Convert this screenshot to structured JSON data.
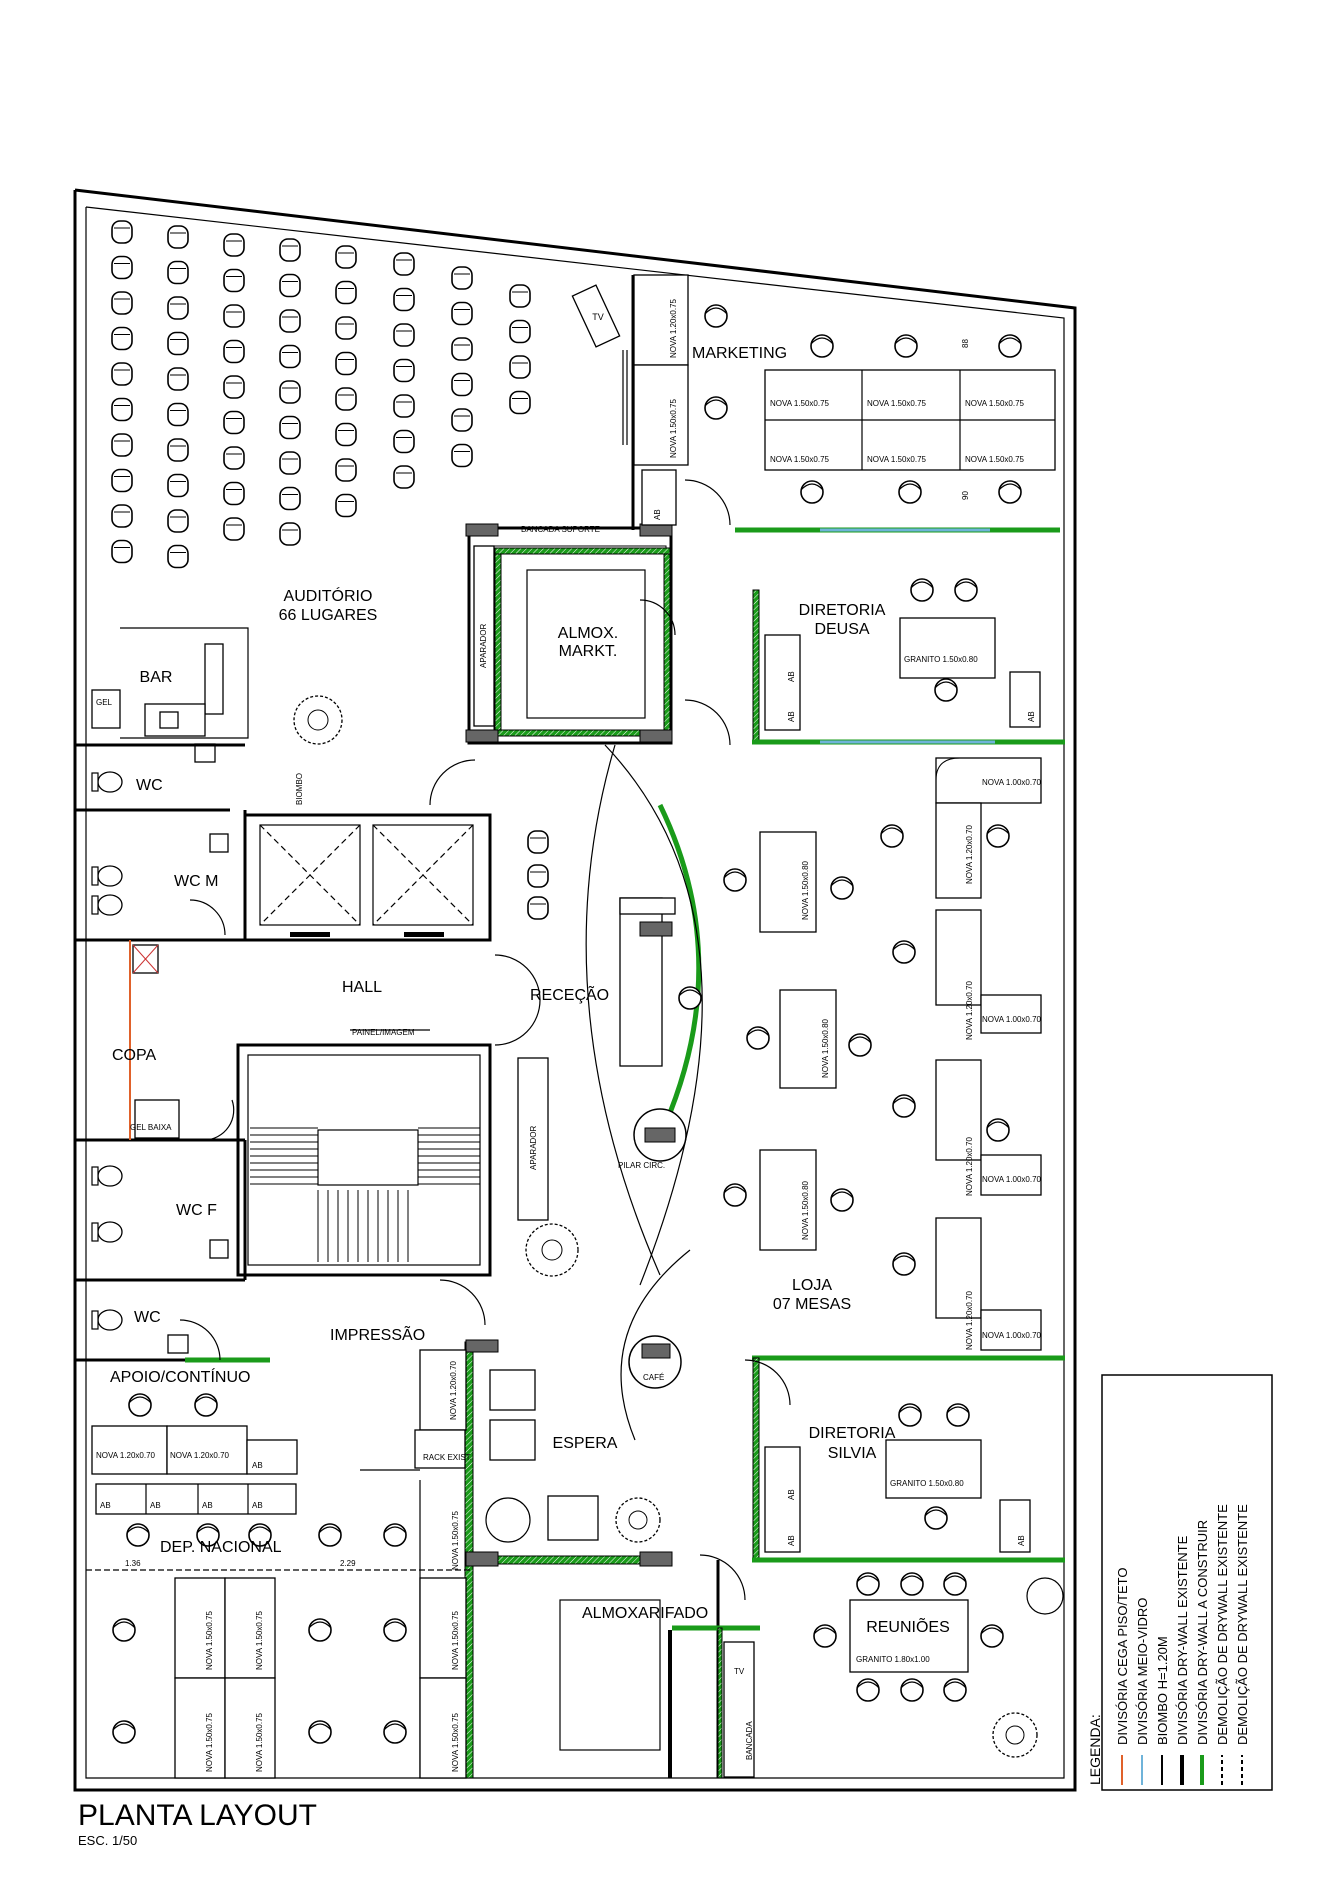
{
  "rooms": {
    "auditorio": "AUDITÓRIO",
    "auditorio_cap": "66 LUGARES",
    "bar": "BAR",
    "gel": "GEL",
    "wc1": "WC",
    "wcm": "WC M",
    "copa": "COPA",
    "gel_baixa": "GEL BAIXA",
    "wcf": "WC F",
    "wc2": "WC",
    "impressao": "IMPRESSÃO",
    "apoio": "APOIO/CONTÍNUO",
    "dep_nacional": "DEP. NACIONAL",
    "hall": "HALL",
    "recepcao": "RECEÇÃO",
    "painel": "PAINEL/IMAGEM",
    "aparador1": "APARADOR",
    "aparador2": "APARADOR",
    "biombo": "BIOMBO",
    "almox_markt_1": "ALMOX.",
    "almox_markt_2": "MARKT.",
    "bancada_suporte": "BANCADA SUPORTE",
    "marketing": "MARKETING",
    "tv1": "TV",
    "tv2": "TV",
    "diretoria_deusa_1": "DIRETORIA",
    "diretoria_deusa_2": "DEUSA",
    "loja_1": "LOJA",
    "loja_2": "07 MESAS",
    "pilar": "PILAR CIRC.",
    "cafe": "CAFÉ",
    "espera": "ESPERA",
    "rack": "RACK EXIST.",
    "almoxarifado": "ALMOXARIFADO",
    "bancada": "BANCADA",
    "diretoria_silvia_1": "DIRETORIA",
    "diretoria_silvia_2": "SILVIA",
    "reunioes": "REUNIÕES"
  },
  "tags": {
    "nova_150x75": "NOVA 1.50x0.75",
    "nova_120x75": "NOVA 1.20x0.75",
    "nova_150x80": "NOVA 1.50x0.80",
    "nova_120x70": "NOVA 1.20x0.70",
    "nova_100x70": "NOVA 1.00x0.70",
    "granito_150x80": "GRANITO 1.50x0.80",
    "granito_180x100": "GRANITO 1.80x1.00",
    "ab": "AB"
  },
  "dims": {
    "d1": "1.36",
    "d2": "2.29",
    "d3": "88",
    "d4": "90"
  },
  "title": {
    "main": "PLANTA LAYOUT",
    "scale": "ESC. 1/50"
  },
  "legend": {
    "heading": "LEGENDA:",
    "items": [
      {
        "label": "DIVISÓRIA CEGA PISO/TETO",
        "color": "#e0612a"
      },
      {
        "label": "DIVISÓRIA MEIO-VIDRO",
        "color": "#6fb3d9"
      },
      {
        "label": "BIOMBO H=1.20M",
        "color": "#000000"
      },
      {
        "label": "DIVISÓRIA DRY-WALL EXISTENTE",
        "color": "#000000"
      },
      {
        "label": "DIVISÓRIA DRY-WALL A CONSTRUIR",
        "color": "#1a9b1a"
      },
      {
        "label": "DEMOLIÇÃO DE DRYWALL EXISTENTE",
        "color": "#000000"
      },
      {
        "label": "DEMOLIÇÃO DE DRYWALL EXISTENTE",
        "color": "#000000"
      }
    ]
  }
}
